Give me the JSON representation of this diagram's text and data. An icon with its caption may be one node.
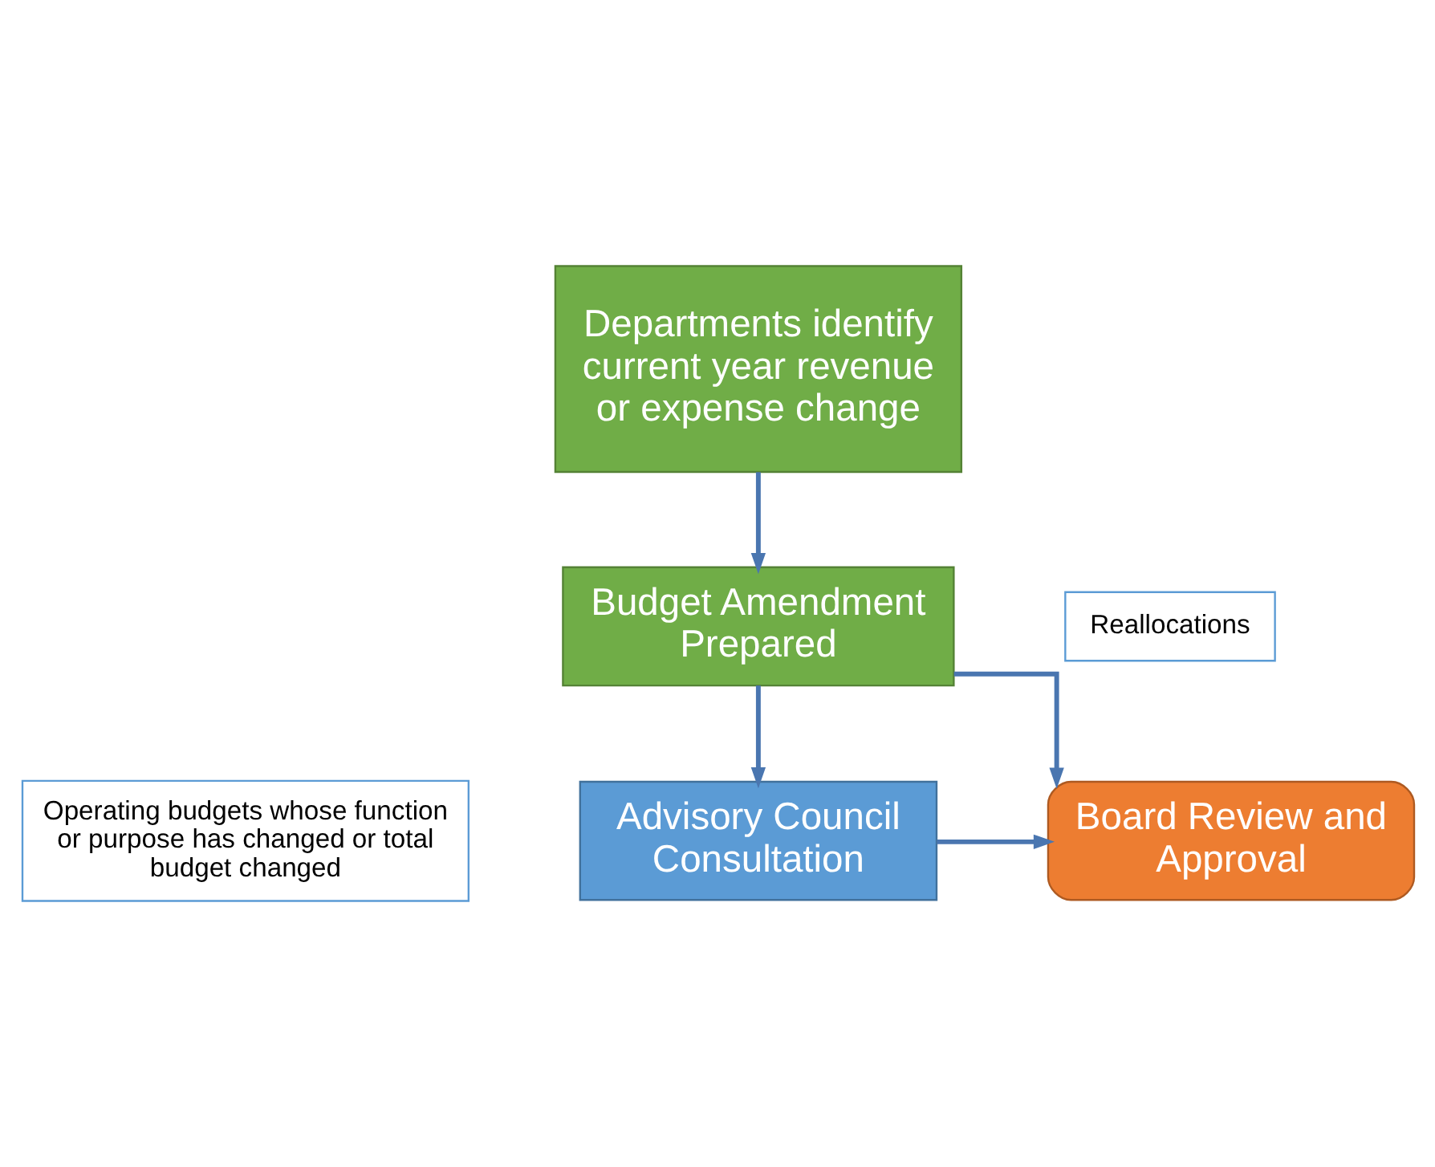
{
  "diagram": {
    "nodes": [
      {
        "text": [
          "Departments identify current year revenue or expense change"
        ]
      },
      {
        "text": [
          "Budget Amendment Prepared"
        ]
      },
      {
        "text": [
          "Reallocations"
        ]
      },
      {
        "text": [
          "Operating budgets whose function or purpose has changed or total budget changed"
        ]
      },
      {
        "text": [
          "Advisory Council Consultation"
        ]
      },
      {
        "text": [
          "Board Review and Approval"
        ]
      }
    ],
    "edges": [
      {
        "from": 0,
        "to": 1,
        "arrow": "to"
      },
      {
        "from": 1,
        "to": 5,
        "arrow": "to"
      },
      {
        "from": 1,
        "to": 4,
        "arrow": "to"
      },
      {
        "from": 4,
        "to": 5,
        "arrow": "to"
      }
    ]
  }
}
